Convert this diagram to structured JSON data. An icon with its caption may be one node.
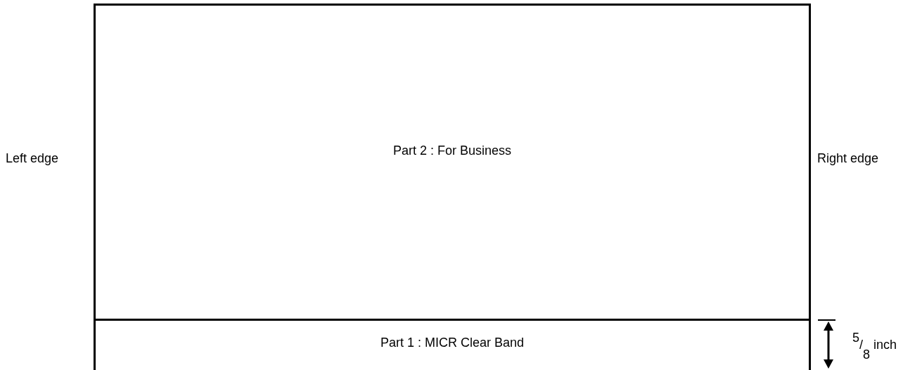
{
  "diagram": {
    "nodes": [
      {
        "text": [
          "Part 2 : For Business"
        ]
      },
      {
        "text": [
          "Part 1 : MICR Clear Band"
        ]
      }
    ],
    "labels": [
      "Left edge",
      "Right edge",
      "$^{5}$/$_{8}$ inch"
    ]
  }
}
